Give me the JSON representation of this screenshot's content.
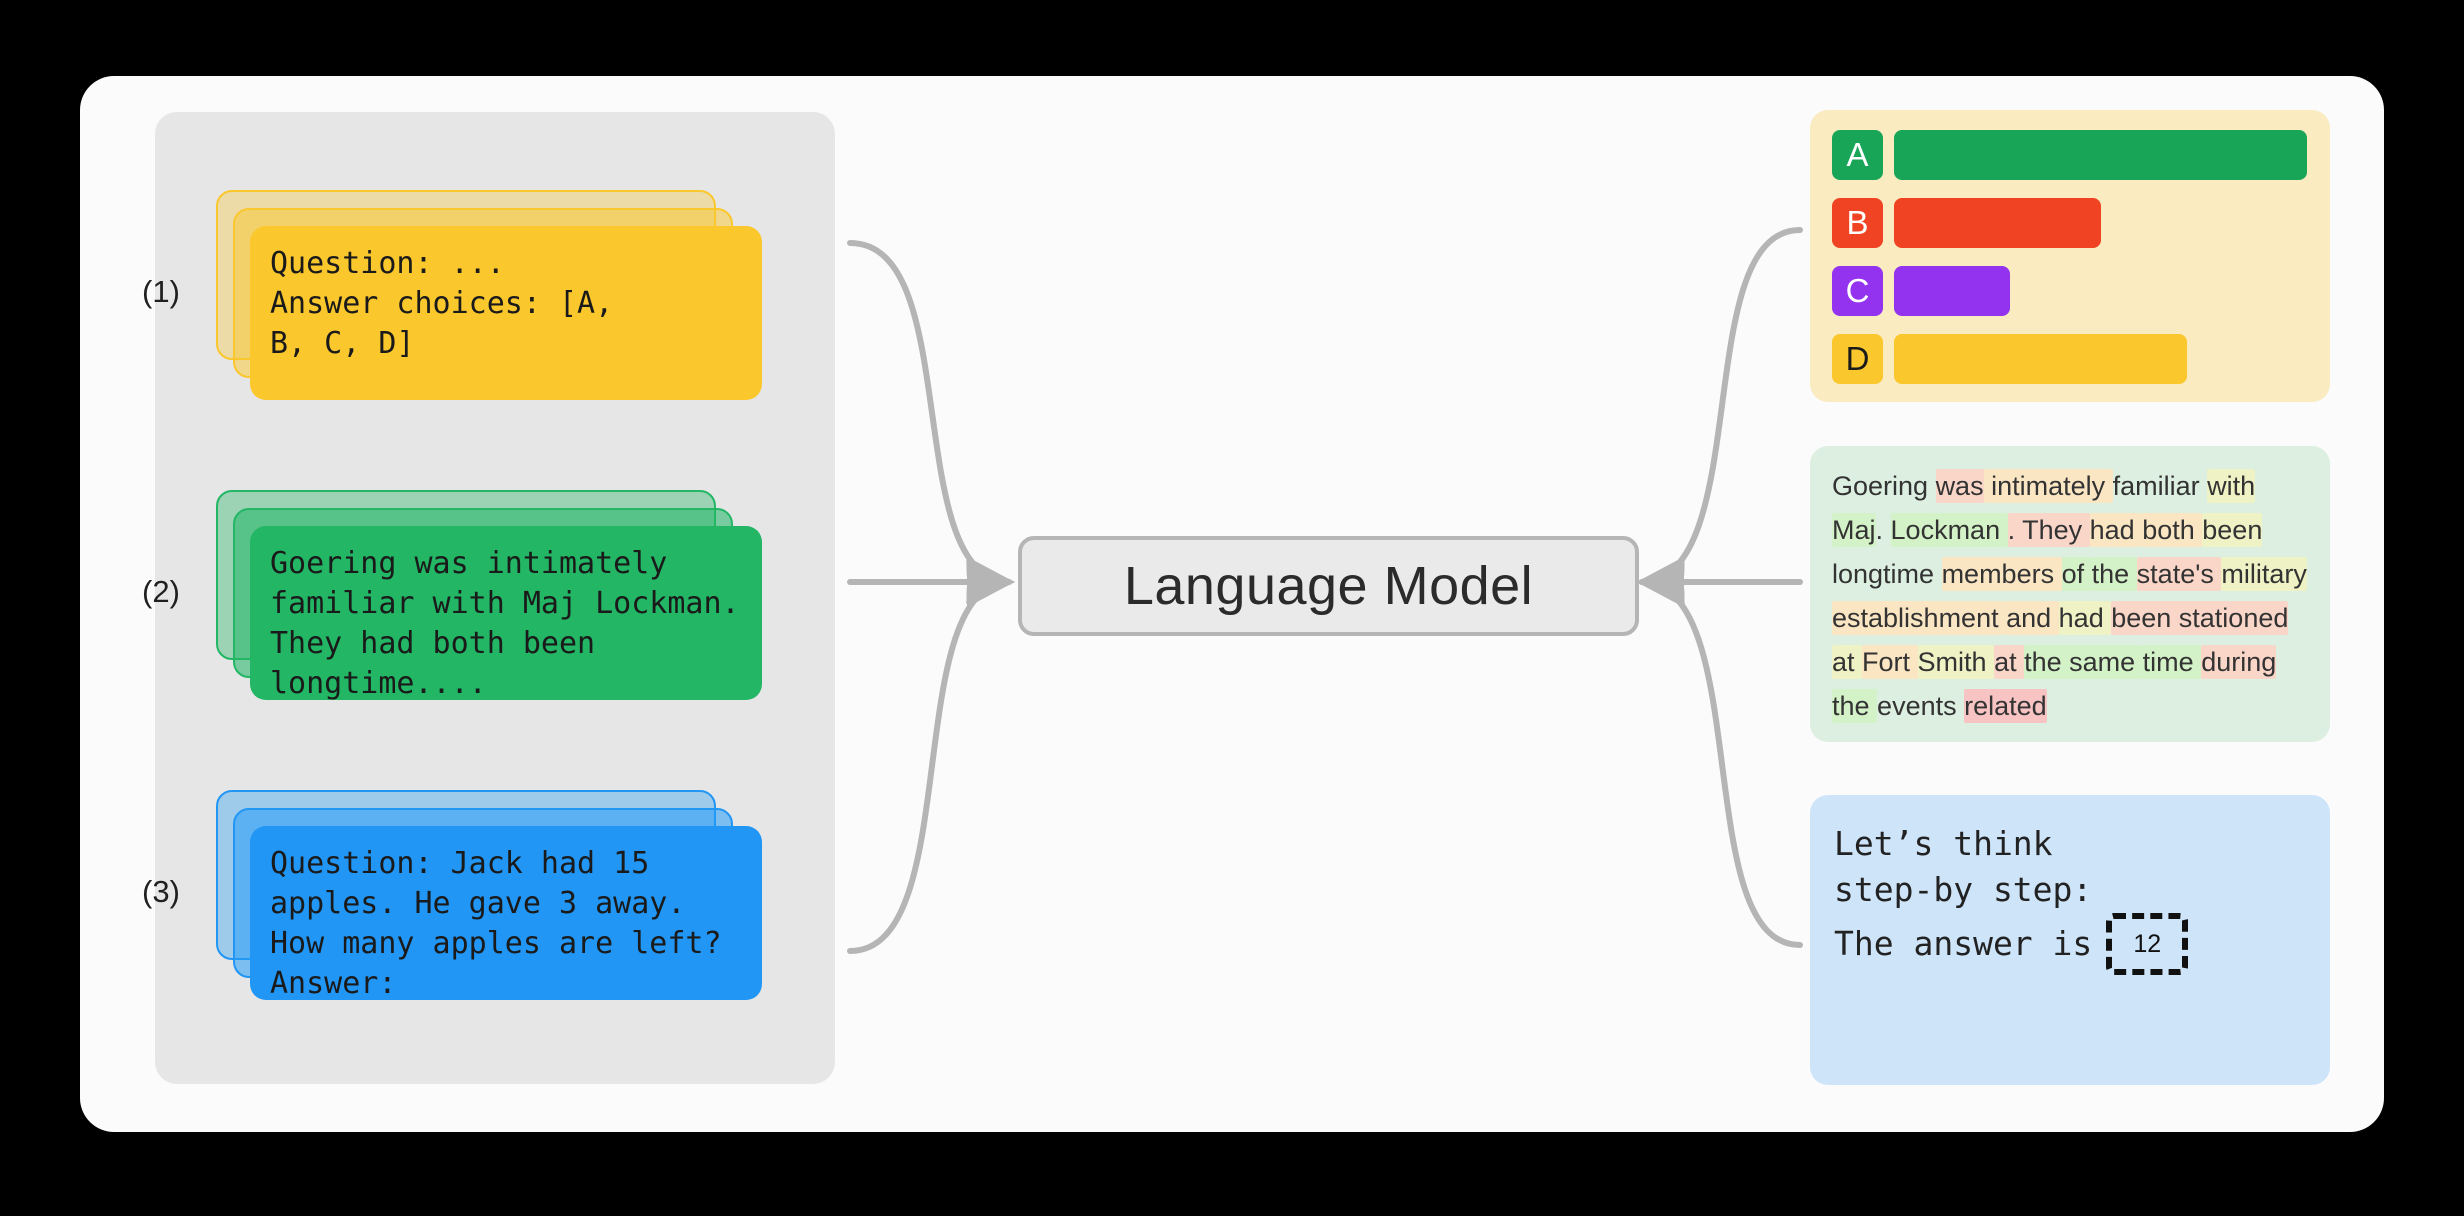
{
  "canvas": {
    "background": "#000000",
    "card_background": "#fbfbfb",
    "panel_background": "#e6e6e6"
  },
  "model": {
    "label": "Language Model",
    "fill": "#eaeaea",
    "stroke": "#b5b5b5"
  },
  "inputs": [
    {
      "index_label": "(1)",
      "color": "#fac72d",
      "name": "multiple-choice-prompt",
      "text": "Question: ...\nAnswer choices: [A,\nB, C, D]"
    },
    {
      "index_label": "(2)",
      "color": "#22b665",
      "name": "passage-prompt",
      "text": "Goering was intimately\nfamiliar with Maj Lockman.\nThey had both been\nlongtime...."
    },
    {
      "index_label": "(3)",
      "color": "#2196f5",
      "name": "math-word-problem-prompt",
      "text": "Question: Jack had 15\napples. He gave 3 away.\nHow many apples are left?\nAnswer:"
    }
  ],
  "outputs": {
    "choices_panel": {
      "background": "#faecc0",
      "chart_data": {
        "type": "bar",
        "orientation": "horizontal",
        "categories": [
          "A",
          "B",
          "C",
          "D"
        ],
        "values": [
          100,
          50,
          28,
          71
        ],
        "title": "",
        "xlabel": "",
        "ylabel": "",
        "xlim": [
          0,
          100
        ],
        "grid": false,
        "legend": "none",
        "series_colors": [
          "#18a558",
          "#ef4323",
          "#9333f0",
          "#fac72d"
        ],
        "label_text_colors": [
          "#ffffff",
          "#ffffff",
          "#ffffff",
          "#1a1a1a"
        ]
      }
    },
    "passage_panel": {
      "background": "#dcefe0",
      "tokens": [
        {
          "t": "Goering ",
          "h": "none"
        },
        {
          "t": "was",
          "h": "salmon"
        },
        {
          "t": " intimately ",
          "h": "orange"
        },
        {
          "t": "familiar",
          "h": "none"
        },
        {
          "t": " ",
          "h": "none"
        },
        {
          "t": "with ",
          "h": "yellow"
        },
        {
          "t": "Maj",
          "h": "green"
        },
        {
          "t": ". ",
          "h": "none"
        },
        {
          "t": "Lockman ",
          "h": "green"
        },
        {
          "t": ". They ",
          "h": "salmon"
        },
        {
          "t": "had ",
          "h": "orange"
        },
        {
          "t": "both ",
          "h": "orange"
        },
        {
          "t": "been ",
          "h": "yellow"
        },
        {
          "t": "longtime ",
          "h": "none"
        },
        {
          "t": "members ",
          "h": "orange"
        },
        {
          "t": "of ",
          "h": "green"
        },
        {
          "t": "the ",
          "h": "green"
        },
        {
          "t": "state's ",
          "h": "salmon"
        },
        {
          "t": "military ",
          "h": "yellow"
        },
        {
          "t": "establishment ",
          "h": "orange"
        },
        {
          "t": "and ",
          "h": "orange"
        },
        {
          "t": "had ",
          "h": "yellow"
        },
        {
          "t": "been stationed ",
          "h": "salmon"
        },
        {
          "t": "at ",
          "h": "yellow"
        },
        {
          "t": "Fort ",
          "h": "orange"
        },
        {
          "t": "Smith ",
          "h": "yellow"
        },
        {
          "t": "at ",
          "h": "salmon"
        },
        {
          "t": "the same ",
          "h": "green"
        },
        {
          "t": "time ",
          "h": "green"
        },
        {
          "t": "during ",
          "h": "salmon"
        },
        {
          "t": "the ",
          "h": "green"
        },
        {
          "t": "events ",
          "h": "none"
        },
        {
          "t": "related",
          "h": "pink"
        }
      ],
      "highlight_colors": {
        "none": "transparent",
        "salmon": "#fad6c8",
        "orange": "#fbe6c4",
        "yellow": "#eef2c4",
        "green": "#d4f2c8",
        "pink": "#f8c3c3"
      }
    },
    "cot_panel": {
      "background": "#cee4f9",
      "line1": "Let’s think",
      "line2": "step-by step:",
      "line3": "The answer is",
      "answer_slot_value": "12"
    }
  }
}
